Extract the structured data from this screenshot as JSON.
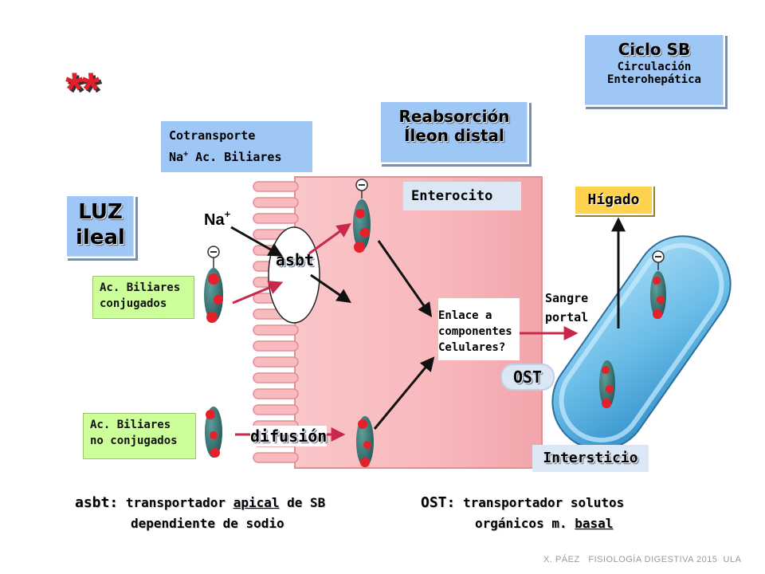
{
  "stars": "**",
  "ciclo": {
    "title": "Ciclo SB",
    "line1": "Circulación",
    "line2": "Enterohepática"
  },
  "reabsorcion": {
    "line1": "Reabsorción",
    "line2": "Íleon distal"
  },
  "cotransporte": {
    "line1": "Cotransporte",
    "line2a": "Na",
    "line2sup": "+",
    "line2b": " Ac. Biliares"
  },
  "luz": {
    "line1": "LUZ",
    "line2": "ileal"
  },
  "enterocito": "Enterocito",
  "higado": "Hígado",
  "na_label": {
    "base": "Na",
    "sup": "+"
  },
  "asbt": "asbt",
  "conjugados": {
    "line1": "Ac. Biliares",
    "line2": "conjugados"
  },
  "no_conjugados": {
    "line1": "Ac. Biliares",
    "line2": "no conjugados"
  },
  "difusion": "difusión",
  "enlace": {
    "line1": "Enlace a",
    "line2": "componentes",
    "line3": "Celulares?"
  },
  "sangre": {
    "line1": "Sangre",
    "line2": "portal"
  },
  "ost": "OST",
  "intersticio": "Intersticio",
  "footnote_left": {
    "term": "asbt:",
    "text1": " transportador ",
    "underlined": "apical",
    "text2": " de SB",
    "line2": "dependiente de sodio"
  },
  "footnote_right": {
    "term": "OST:",
    "text1": " transportador solutos",
    "line2a": "orgánicos m. ",
    "underlined": "basal"
  },
  "credit": "X. PÁEZ   FISIOLOGÍA DIGESTIVA 2015  ULA",
  "colors": {
    "cell": "#f7b3b6",
    "cell_edge": "#e48d93",
    "box_blue": "#9fc7f5",
    "box_green": "#ccff99",
    "arrow_red": "#c8284a",
    "liver_yellow": "#ffd24d",
    "vessel": "#4aa3d8",
    "molecule": "#2e6f6f",
    "molecule_red": "#e5202a"
  }
}
